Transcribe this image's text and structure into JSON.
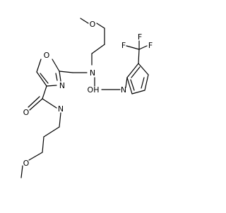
{
  "colors": {
    "background": "#ffffff",
    "bond": "#000000",
    "label": "#000000"
  },
  "atom_labels": {
    "methoxy_o_top": "O",
    "oxazole_o": "O",
    "amine_n": "N",
    "oxazole_n": "N",
    "urea_oh": "OH",
    "urea_n": "N",
    "fluorine_left": "F",
    "fluorine_mid": "F",
    "fluorine_right": "F",
    "amide_o": "O",
    "amide_n": "N",
    "methoxy_o_bottom": "O"
  }
}
